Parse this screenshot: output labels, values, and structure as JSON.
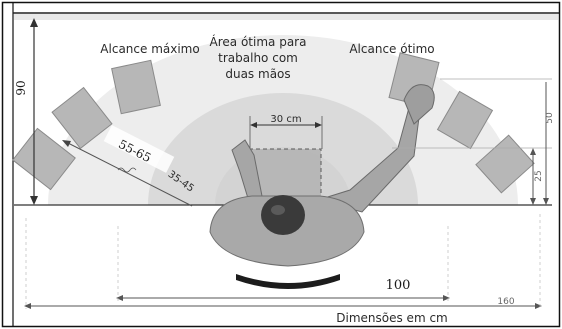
{
  "labels": {
    "max_reach": "Alcance máximo",
    "optimal_area_line1": "Área ótima para",
    "optimal_area_line2": "trabalho com",
    "optimal_area_line3": "duas mãos",
    "optimal_reach": "Alcance ótimo",
    "dimensions": "Dimensões em cm"
  },
  "measurements": {
    "height_90": "90",
    "width_30": "30 cm",
    "reach_55_65": "55-65",
    "reach_35_45": "35-45",
    "right_50": "50",
    "right_25": "25",
    "bottom_100": "100",
    "bottom_160": "160"
  },
  "colors": {
    "max_zone": "#ededed",
    "optimal_zone": "#dadada",
    "panel": "#b7b7b7",
    "body": "#a9a9a9",
    "hair": "#3a3a3a",
    "chair": "#1c1c1c",
    "frame": "#111111"
  }
}
